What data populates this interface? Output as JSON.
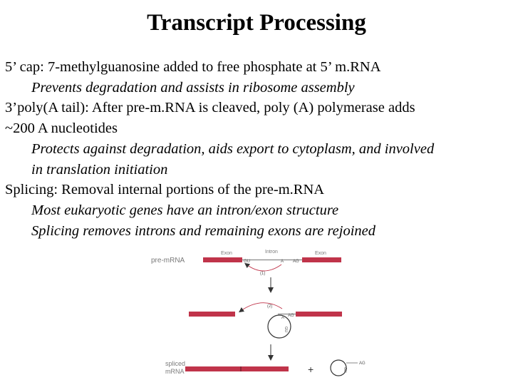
{
  "slide": {
    "title": "Transcript Processing",
    "lines": [
      {
        "text": "5’ cap: 7-methylguanosine added to free phosphate at 5’ m.RNA",
        "style": "main"
      },
      {
        "text": "Prevents degradation and assists in ribosome assembly",
        "style": "sub"
      },
      {
        "text": "3’poly(A tail): After pre-m.RNA is cleaved, poly (A) polymerase adds",
        "style": "main"
      },
      {
        "text": "~200 A nucleotides",
        "style": "main"
      },
      {
        "text": "Protects against degradation, aids export to cytoplasm, and involved",
        "style": "sub"
      },
      {
        "text": "in translation initiation",
        "style": "sub"
      },
      {
        "text": "Splicing: Removal internal portions of the pre-m.RNA",
        "style": "main"
      },
      {
        "text": "Most eukaryotic genes have an intron/exon structure",
        "style": "sub"
      },
      {
        "text": "Splicing removes introns and remaining exons are rejoined",
        "style": "sub"
      }
    ]
  },
  "diagram": {
    "pre_mrna_label": "pre-mRNA",
    "exon_left_label": "Exon",
    "intron_label": "Intron",
    "exon_right_label": "Exon",
    "gu_label": "GU",
    "a_label": "A",
    "ag_label": "AG",
    "step1_label": "(1)",
    "step2_label": "(2)",
    "ag_label_step2": "AG",
    "a_label_step2": "A",
    "gu_label_step2": "GU",
    "spliced_label_line1": "spliced",
    "spliced_label_line2": "mRNA",
    "plus_sign": "+",
    "ag_label_lariat": "AG",
    "gu_label_lariat": "GU",
    "colors": {
      "exon": "#c0344a",
      "intron": "#8a8a8a",
      "arrow": "#333333",
      "label": "#7a7a7a"
    }
  }
}
